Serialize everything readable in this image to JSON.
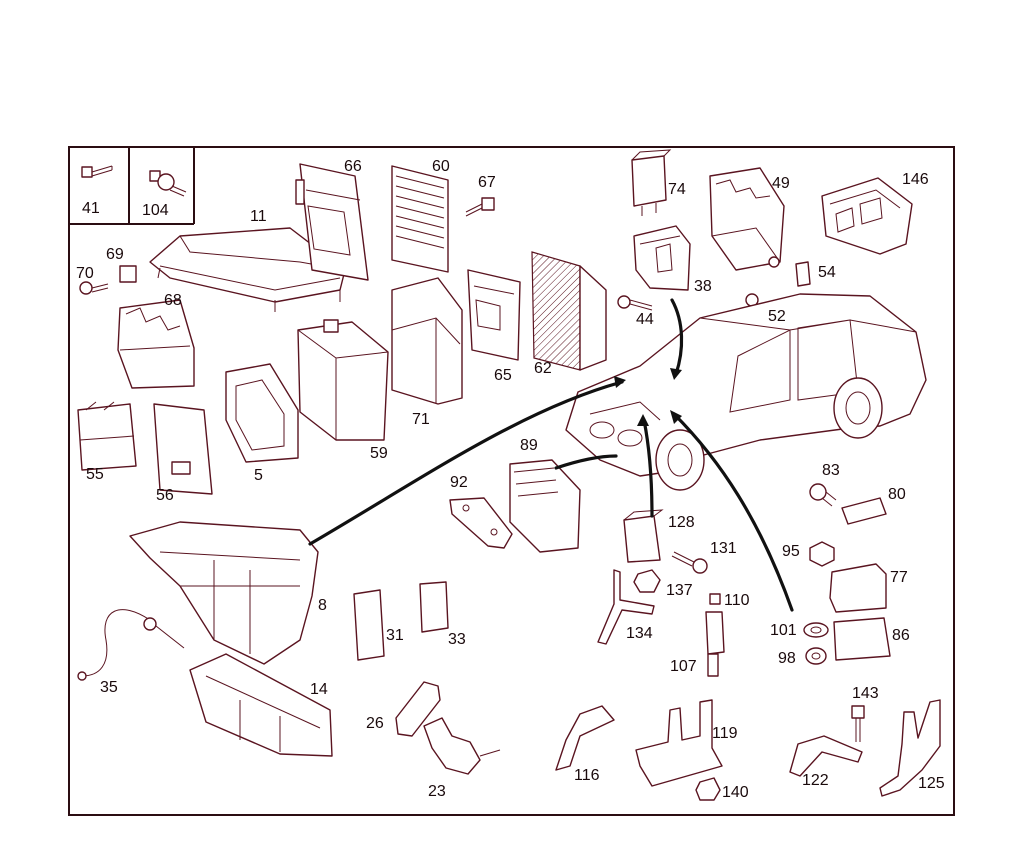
{
  "diagram": {
    "colors": {
      "line": "#5a1420",
      "frame": "#2b0d12",
      "text": "#1a0a0c",
      "pointer": "#111111"
    },
    "legend_box": {
      "label_left": "41",
      "label_right": "104"
    },
    "callouts": {
      "p11": "11",
      "p66": "66",
      "p60": "60",
      "p67": "67",
      "p74": "74",
      "p49": "49",
      "p146": "146",
      "p69": "69",
      "p70": "70",
      "p68": "68",
      "p38": "38",
      "p54": "54",
      "p44": "44",
      "p52": "52",
      "p65": "65",
      "p62": "62",
      "p71": "71",
      "p59": "59",
      "p5": "5",
      "p55": "55",
      "p56": "56",
      "p89": "89",
      "p92": "92",
      "p128": "128",
      "p131": "131",
      "p137": "137",
      "p83": "83",
      "p80": "80",
      "p95": "95",
      "p77": "77",
      "p110": "110",
      "p134": "134",
      "p101": "101",
      "p86": "86",
      "p98": "98",
      "p107": "107",
      "p8": "8",
      "p35": "35",
      "p14": "14",
      "p31": "31",
      "p33": "33",
      "p26": "26",
      "p23": "23",
      "p116": "116",
      "p119": "119",
      "p140": "140",
      "p143": "143",
      "p122": "122",
      "p125": "125"
    }
  }
}
